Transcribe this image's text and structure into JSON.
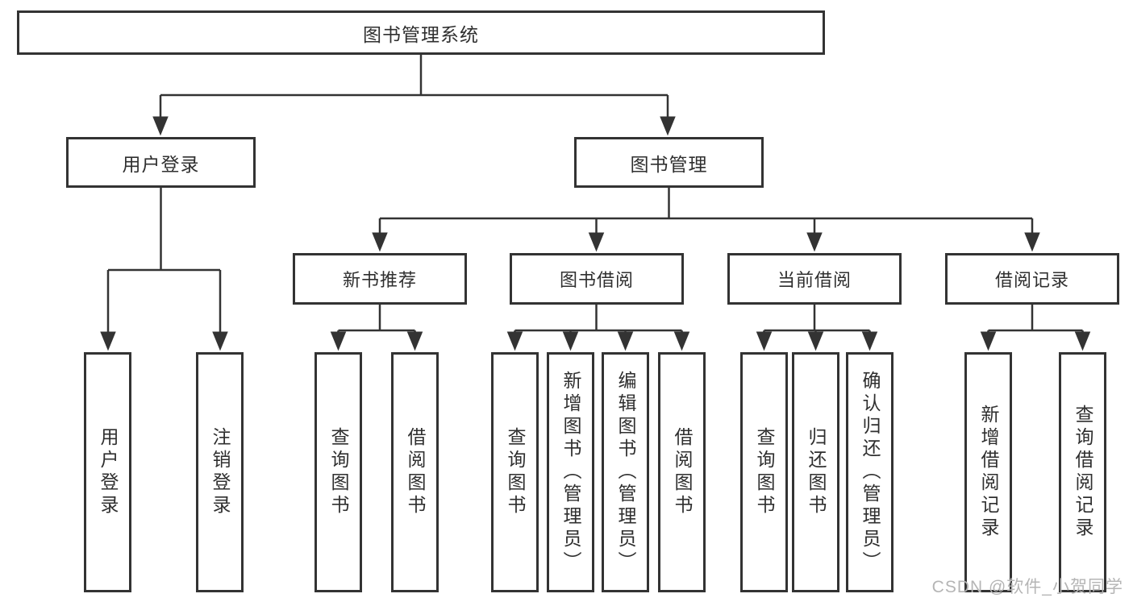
{
  "diagram": {
    "root": {
      "label": "图书管理系统"
    },
    "level1": [
      {
        "label": "用户登录",
        "children": [
          "用户登录",
          "注销登录"
        ]
      },
      {
        "label": "图书管理"
      }
    ],
    "level2": [
      {
        "label": "新书推荐",
        "children": [
          "查询图书",
          "借阅图书"
        ]
      },
      {
        "label": "图书借阅",
        "children": [
          "查询图书",
          "新增图书（管理员）",
          "编辑图书（管理员）",
          "借阅图书"
        ]
      },
      {
        "label": "当前借阅",
        "children": [
          "查询图书",
          "归还图书",
          "确认归还（管理员）"
        ]
      },
      {
        "label": "借阅记录",
        "children": [
          "新增借阅记录",
          "查询借阅记录"
        ]
      }
    ]
  },
  "watermark": "CSDN @软件_小贺同学",
  "colors": {
    "line": "#333333",
    "box_border": "#333333",
    "text": "#2f2f2f",
    "watermark": "#b5b5b5",
    "background": "#ffffff"
  }
}
